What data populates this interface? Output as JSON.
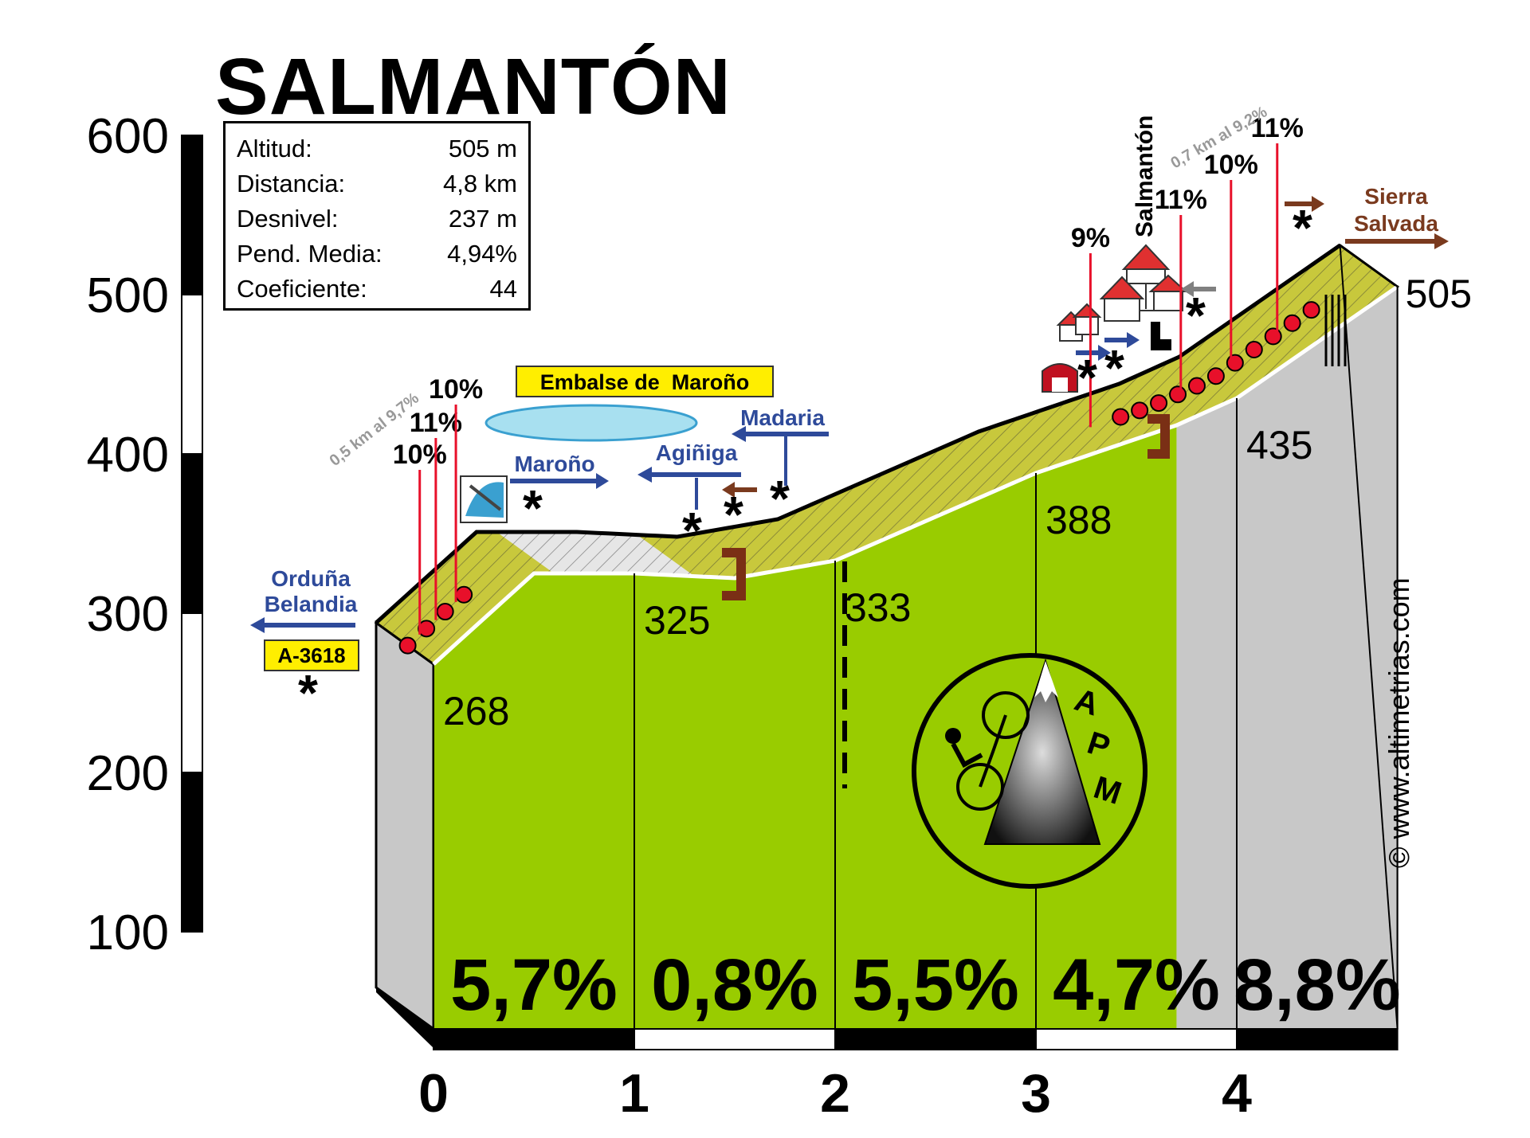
{
  "title": "SALMANTÓN",
  "info": {
    "rows": [
      {
        "label": "Altitud:",
        "value": "505 m"
      },
      {
        "label": "Distancia:",
        "value": "4,8 km"
      },
      {
        "label": "Desnivel:",
        "value": "237 m"
      },
      {
        "label": "Pend. Media:",
        "value": "4,94%"
      },
      {
        "label": "Coeficiente:",
        "value": "44"
      }
    ]
  },
  "credit": "© www.altimetrias.com",
  "colors": {
    "segment": "#99cc00",
    "last_segment": "#c8c8c8",
    "road": "#c8c83c",
    "flat_road": "#e6e6e6",
    "marker": "#e8102a",
    "arrow_blue": "#2e4a9a",
    "arrow_brown": "#7a3a1e"
  },
  "chart_data": {
    "type": "area",
    "title": "SALMANTÓN",
    "y_ticks": [
      100,
      200,
      300,
      400,
      500,
      600
    ],
    "x_ticks": [
      0,
      1,
      2,
      3,
      4
    ],
    "xlim": [
      0,
      4.8
    ],
    "ylim": [
      100,
      600
    ],
    "profile": [
      {
        "x": 0,
        "y": 268
      },
      {
        "x": 0.5,
        "y": 325
      },
      {
        "x": 1,
        "y": 325
      },
      {
        "x": 1.5,
        "y": 322
      },
      {
        "x": 2,
        "y": 333
      },
      {
        "x": 3,
        "y": 388
      },
      {
        "x": 3.7,
        "y": 418
      },
      {
        "x": 4,
        "y": 435
      },
      {
        "x": 4.8,
        "y": 505
      }
    ],
    "segments": [
      {
        "from": 0,
        "to": 1,
        "gradient": "5,7%"
      },
      {
        "from": 1,
        "to": 2,
        "gradient": "0,8%"
      },
      {
        "from": 2,
        "to": 3,
        "gradient": "5,5%"
      },
      {
        "from": 3,
        "to": 4,
        "gradient": "4,7%"
      },
      {
        "from": 4,
        "to": 4.8,
        "gradient": "8,8%"
      }
    ],
    "km_altitudes": [
      {
        "x": 0,
        "label": "268"
      },
      {
        "x": 1,
        "label": "325"
      },
      {
        "x": 2,
        "label": "333"
      },
      {
        "x": 3,
        "label": "388"
      },
      {
        "x": 4,
        "label": "435"
      },
      {
        "x": 4.8,
        "label": "505"
      }
    ],
    "ramps": [
      {
        "label": "10%",
        "x": 0.06
      },
      {
        "label": "11%",
        "x": 0.14
      },
      {
        "label": "10%",
        "x": 0.24
      },
      {
        "label": "9%",
        "x": 3.4
      },
      {
        "label": "11%",
        "x": 3.85
      },
      {
        "label": "10%",
        "x": 4.1
      },
      {
        "label": "11%",
        "x": 4.33
      }
    ],
    "annotations": {
      "start_note": "0,5 km al 9,7%",
      "end_note": "0,7 km al 9,2%",
      "reservoir": "Embalse de  Maroño",
      "places": [
        "Orduña",
        "Belandia",
        "Maroño",
        "Agiñiga",
        "Madaria",
        "Salmantón",
        "Sierra",
        "Salvada"
      ],
      "road_code": "A-3618",
      "logo_letters": [
        "A",
        "P",
        "M"
      ]
    }
  }
}
